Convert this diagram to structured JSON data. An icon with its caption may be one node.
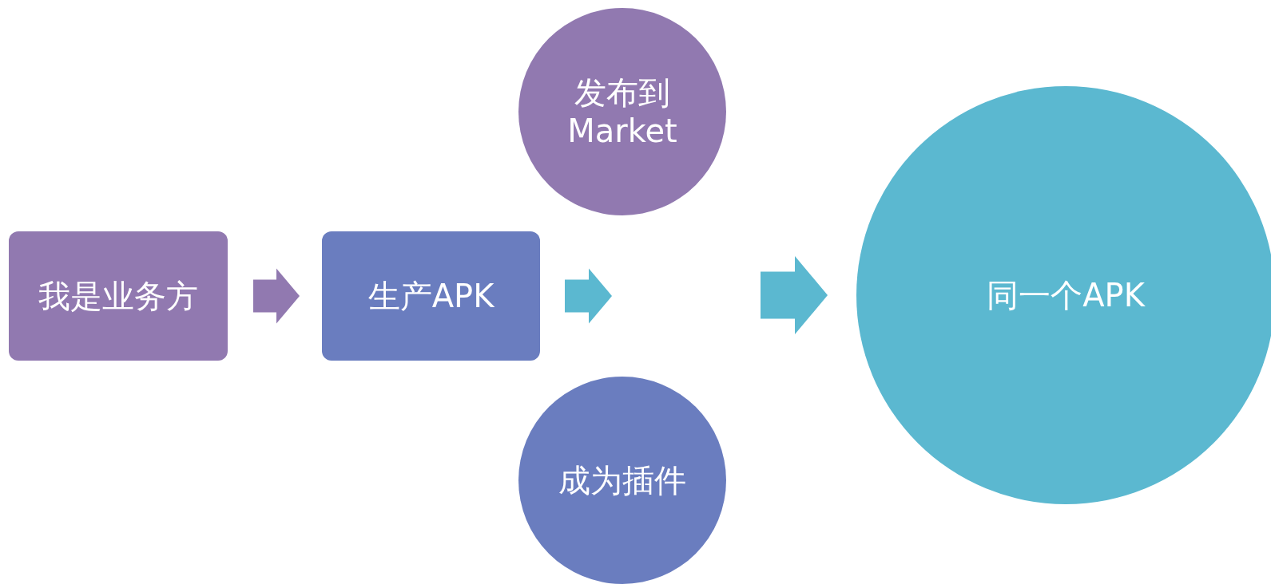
{
  "diagram": {
    "nodes": [
      {
        "text": [
          "我是业务方"
        ]
      },
      {
        "text": [
          "生产APK"
        ]
      },
      {
        "text": [
          "发布到 Market"
        ]
      },
      {
        "text": [
          "成为插件"
        ]
      },
      {
        "text": [
          "同一个APK"
        ]
      }
    ],
    "edges": [
      {
        "from": 0,
        "to": 1,
        "arrow": "to"
      },
      {
        "from": 1,
        "to": null,
        "arrow": "to"
      },
      {
        "from": null,
        "to": 4,
        "arrow": "to"
      }
    ]
  }
}
